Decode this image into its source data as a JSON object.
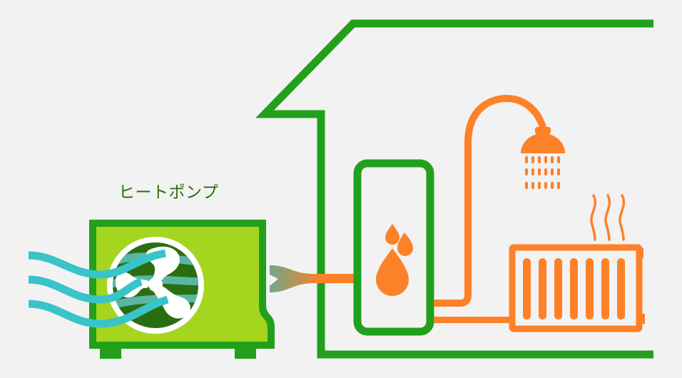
{
  "diagram": {
    "title_label": "ヒートポンプ",
    "components": [
      {
        "id": "heat-pump",
        "label": "ヒートポンプ",
        "icon": "outdoor-unit-fan-icon"
      },
      {
        "id": "house",
        "icon": "house-outline-icon"
      },
      {
        "id": "hot-water-tank",
        "icon": "water-drops-icon"
      },
      {
        "id": "shower",
        "icon": "shower-icon"
      },
      {
        "id": "radiator",
        "icon": "radiator-heat-icon"
      }
    ],
    "colors": {
      "background": "#f2f2f2",
      "green_dark": "#22a01c",
      "green_light": "#a4d620",
      "fan_dark": "#2a6e12",
      "air_cyan": "#38c4c8",
      "orange": "#fd8128",
      "label_text": "#2a6e12"
    }
  }
}
